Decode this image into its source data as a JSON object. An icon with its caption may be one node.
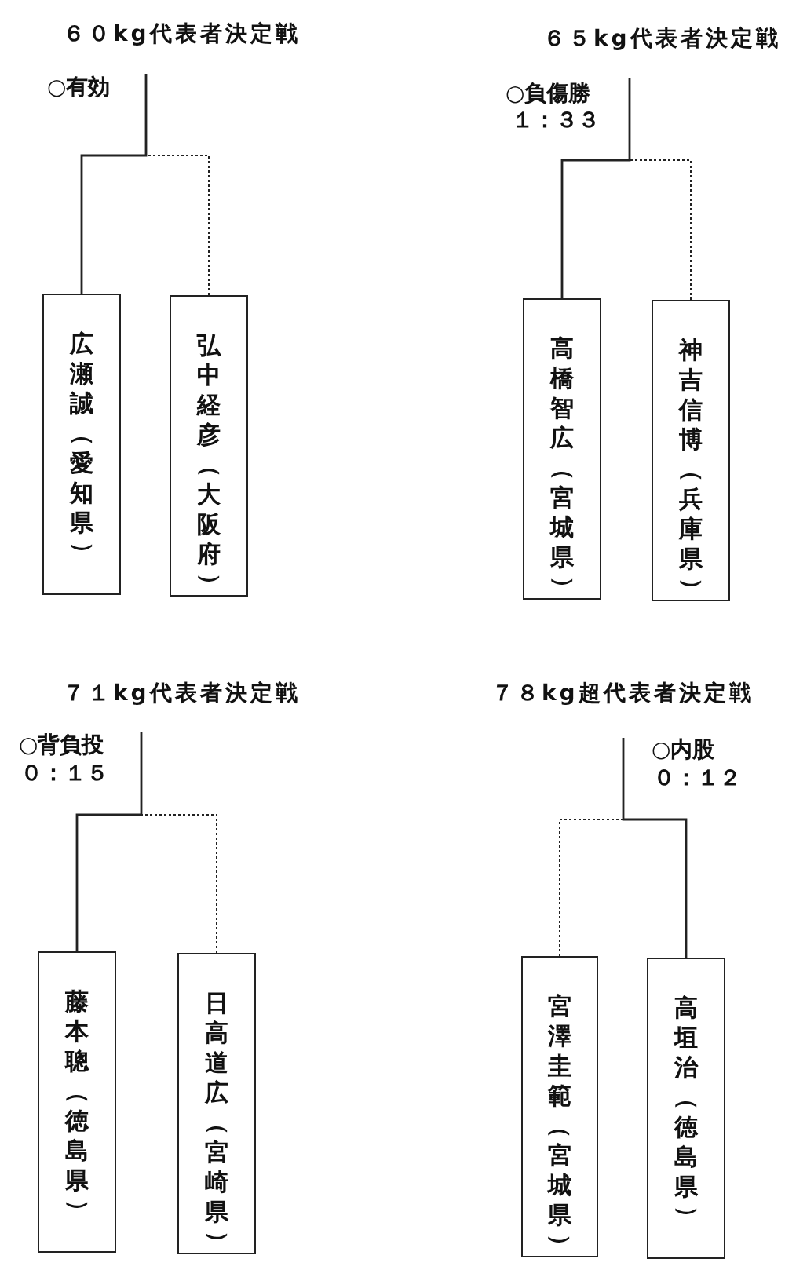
{
  "diagram": {
    "nodes": [
      {
        "text": [
          "広瀬誠（愛知県）"
        ]
      },
      {
        "text": [
          "弘中経彦（大阪府）"
        ]
      },
      {
        "text": [
          "高橋智広（宮城県）"
        ]
      },
      {
        "text": [
          "神吉信博（兵庫県）"
        ]
      },
      {
        "text": [
          "藤本聰（徳島県）"
        ]
      },
      {
        "text": [
          "日高道広（宮崎県）"
        ]
      },
      {
        "text": [
          "宮澤圭範（宮城県）"
        ]
      },
      {
        "text": [
          "高垣治（徳島県）"
        ]
      }
    ],
    "edges": [
      {
        "from": 0,
        "to": null,
        "arrow": "none"
      },
      {
        "from": 1,
        "to": null,
        "arrow": "none",
        "style": "dashed"
      },
      {
        "from": 2,
        "to": null,
        "arrow": "none"
      },
      {
        "from": 3,
        "to": null,
        "arrow": "none",
        "style": "dashed"
      },
      {
        "from": 4,
        "to": null,
        "arrow": "none"
      },
      {
        "from": 5,
        "to": null,
        "arrow": "none",
        "style": "dashed"
      },
      {
        "from": 6,
        "to": null,
        "arrow": "none",
        "style": "dashed"
      },
      {
        "from": 7,
        "to": null,
        "arrow": "none"
      }
    ],
    "labels": [
      "６０kg代表者決定戦",
      "６５kg代表者決定戦",
      "○有効",
      "○負傷勝",
      "１：３３",
      "７１kg代表者決定戦",
      "７８kg超代表者決定戦",
      "○背負投",
      "０：１５",
      "○内股",
      "０：１２"
    ]
  }
}
